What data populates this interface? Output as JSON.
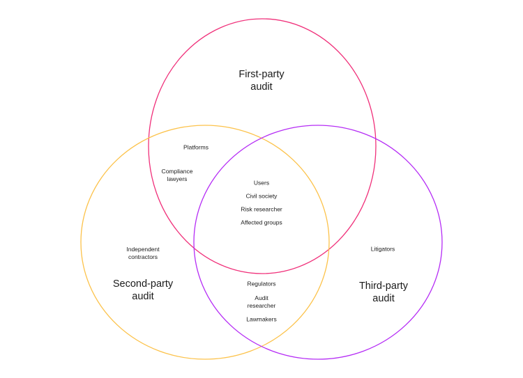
{
  "colors": {
    "first_party": "#f0307a",
    "second_party": "#fcc24a",
    "third_party": "#b52cf5"
  },
  "sets": {
    "first_party": "First-party\naudit",
    "second_party": "Second-party\naudit",
    "third_party": "Third-party\naudit"
  },
  "items": {
    "platforms": "Platforms",
    "compliance_lawyers": "Compliance\nlawyers",
    "users": "Users",
    "civil_society": "Civil society",
    "risk_researcher": "Risk researcher",
    "affected_groups": "Affected groups",
    "independent_contractors": "Independent\ncontractors",
    "litigators": "Litigators",
    "regulators": "Regulators",
    "audit_researcher": "Audit\nresearcher",
    "lawmakers": "Lawmakers"
  }
}
